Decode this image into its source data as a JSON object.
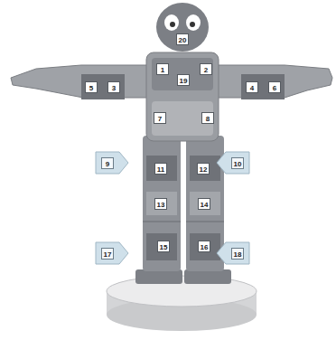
{
  "diagram": {
    "labels": [
      "20",
      "5",
      "3",
      "1",
      "19",
      "2",
      "4",
      "6",
      "7",
      "8",
      "9",
      "11",
      "12",
      "10",
      "13",
      "14",
      "17",
      "15",
      "16",
      "18"
    ]
  }
}
